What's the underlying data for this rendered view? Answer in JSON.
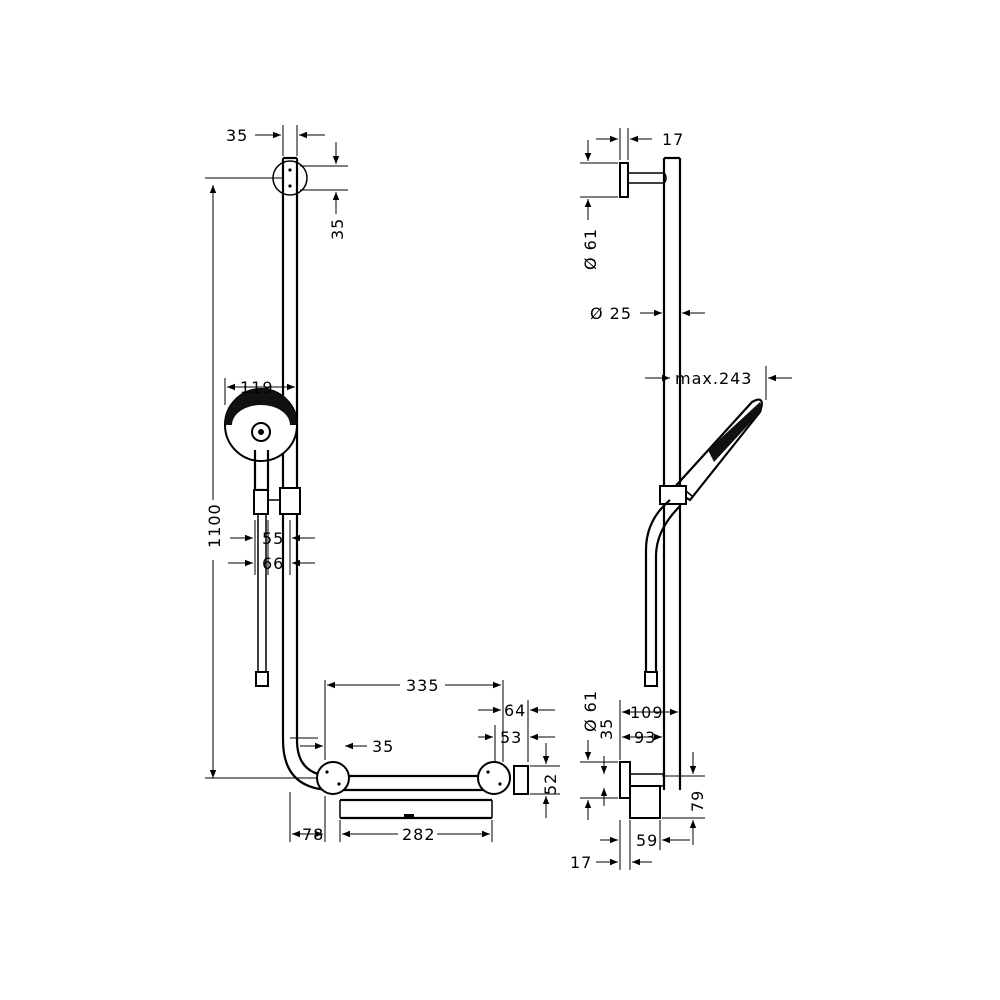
{
  "front_view": {
    "dim_rail_width": "35",
    "dim_top_offset": "35",
    "dim_head_diameter": "119",
    "dim_height": "1100",
    "dim_slider_55": "55",
    "dim_slider_66": "66",
    "dim_shelf_length": "335",
    "dim_corner_35": "35",
    "dim_holder_64": "64",
    "dim_holder_53": "53",
    "dim_holder_52": "52",
    "dim_corner_78": "78",
    "dim_shelf_282": "282"
  },
  "side_view": {
    "dim_top_17": "17",
    "dim_rosette_top": "Ø 61",
    "dim_rail_diameter": "Ø 25",
    "dim_max_reach": "max.243",
    "dim_rosette_bottom": "Ø 61",
    "dim_bottom_35": "35",
    "dim_depth_109": "109",
    "dim_depth_93": "93",
    "dim_height_79": "79",
    "dim_depth_59": "59",
    "dim_bottom_17": "17"
  }
}
